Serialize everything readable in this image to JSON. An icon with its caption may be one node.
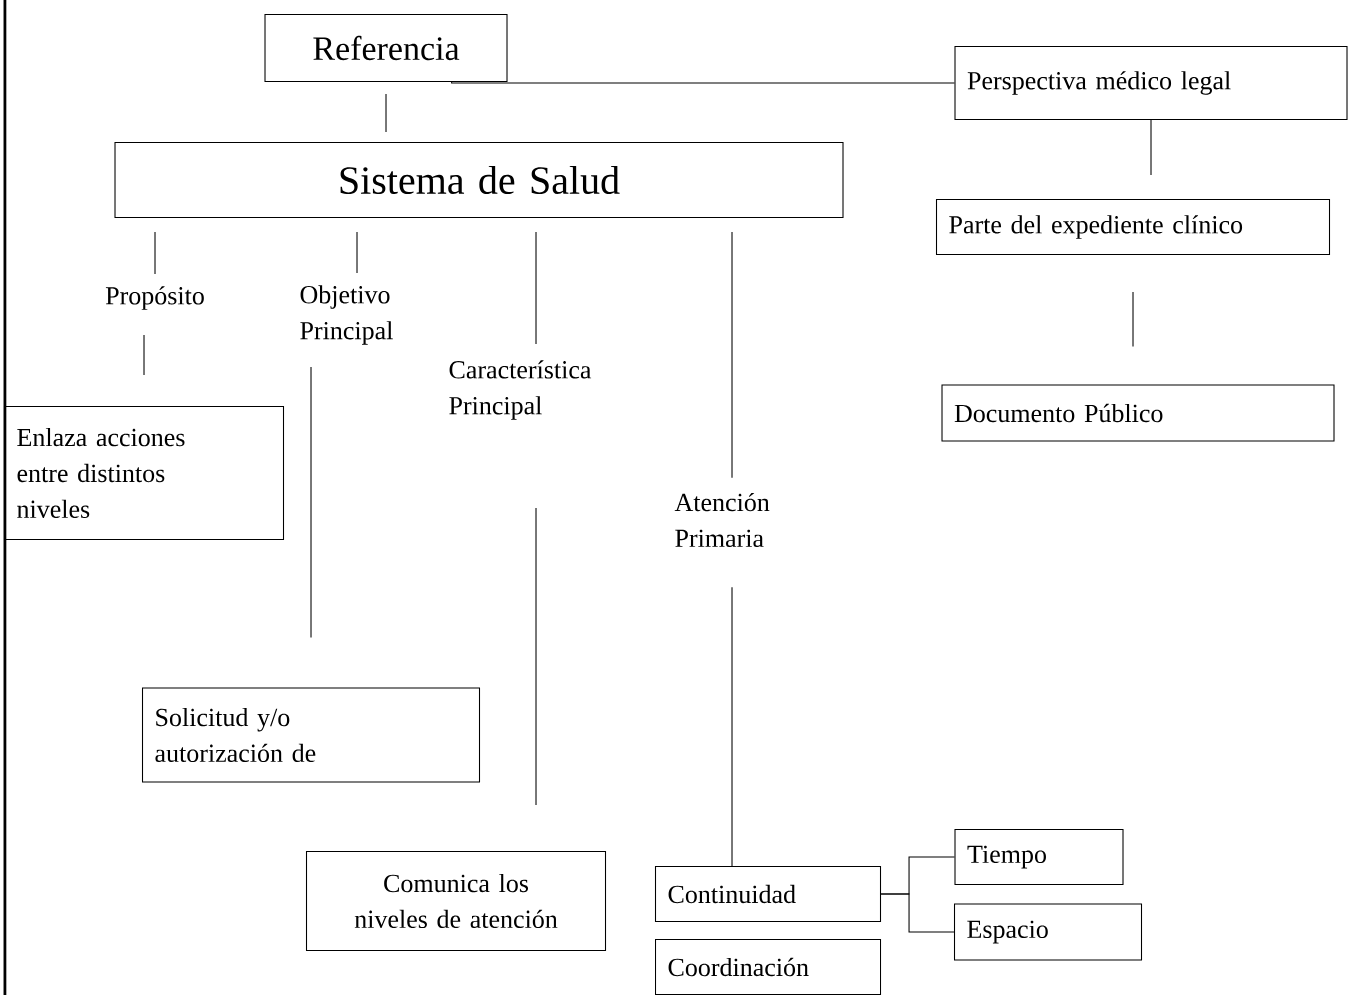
{
  "diagram": {
    "nodes": [
      {
        "text": [
          "Referencia"
        ]
      },
      {
        "text": [
          "Perspectiva médico legal"
        ]
      },
      {
        "text": [
          "Sistema de Salud"
        ]
      },
      {
        "text": [
          "Parte del expediente clínico"
        ]
      },
      {
        "text": [
          "Documento Público"
        ]
      },
      {
        "text": [
          "Propósito"
        ]
      },
      {
        "text": [
          "Objetivo Principal"
        ]
      },
      {
        "text": [
          "Característica Principal"
        ]
      },
      {
        "text": [
          "Atención Primaria"
        ]
      },
      {
        "text": [
          "Enlaza acciones entre distintos niveles"
        ]
      },
      {
        "text": [
          "Solicitud y/o autorización de"
        ]
      },
      {
        "text": [
          "Comunica los niveles de atención"
        ]
      },
      {
        "text": [
          "Continuidad"
        ]
      },
      {
        "text": [
          "Coordinación"
        ]
      },
      {
        "text": [
          "Tiempo"
        ]
      },
      {
        "text": [
          "Espacio"
        ]
      }
    ],
    "edges": [
      {
        "from": 0,
        "to": 2,
        "arrow": "none"
      },
      {
        "from": 0,
        "to": 1,
        "arrow": "none"
      },
      {
        "from": 1,
        "to": 3,
        "arrow": "none"
      },
      {
        "from": 3,
        "to": 4,
        "arrow": "none"
      },
      {
        "from": 2,
        "to": 5,
        "arrow": "none"
      },
      {
        "from": 5,
        "to": 9,
        "arrow": "none"
      },
      {
        "from": 2,
        "to": 6,
        "arrow": "none"
      },
      {
        "from": 6,
        "to": 10,
        "arrow": "none"
      },
      {
        "from": 2,
        "to": 7,
        "arrow": "none"
      },
      {
        "from": 7,
        "to": 11,
        "arrow": "none"
      },
      {
        "from": 2,
        "to": 8,
        "arrow": "none"
      },
      {
        "from": 8,
        "to": 12,
        "arrow": "none"
      },
      {
        "from": 12,
        "to": 14,
        "arrow": "none"
      },
      {
        "from": 12,
        "to": 15,
        "arrow": "none"
      }
    ]
  }
}
